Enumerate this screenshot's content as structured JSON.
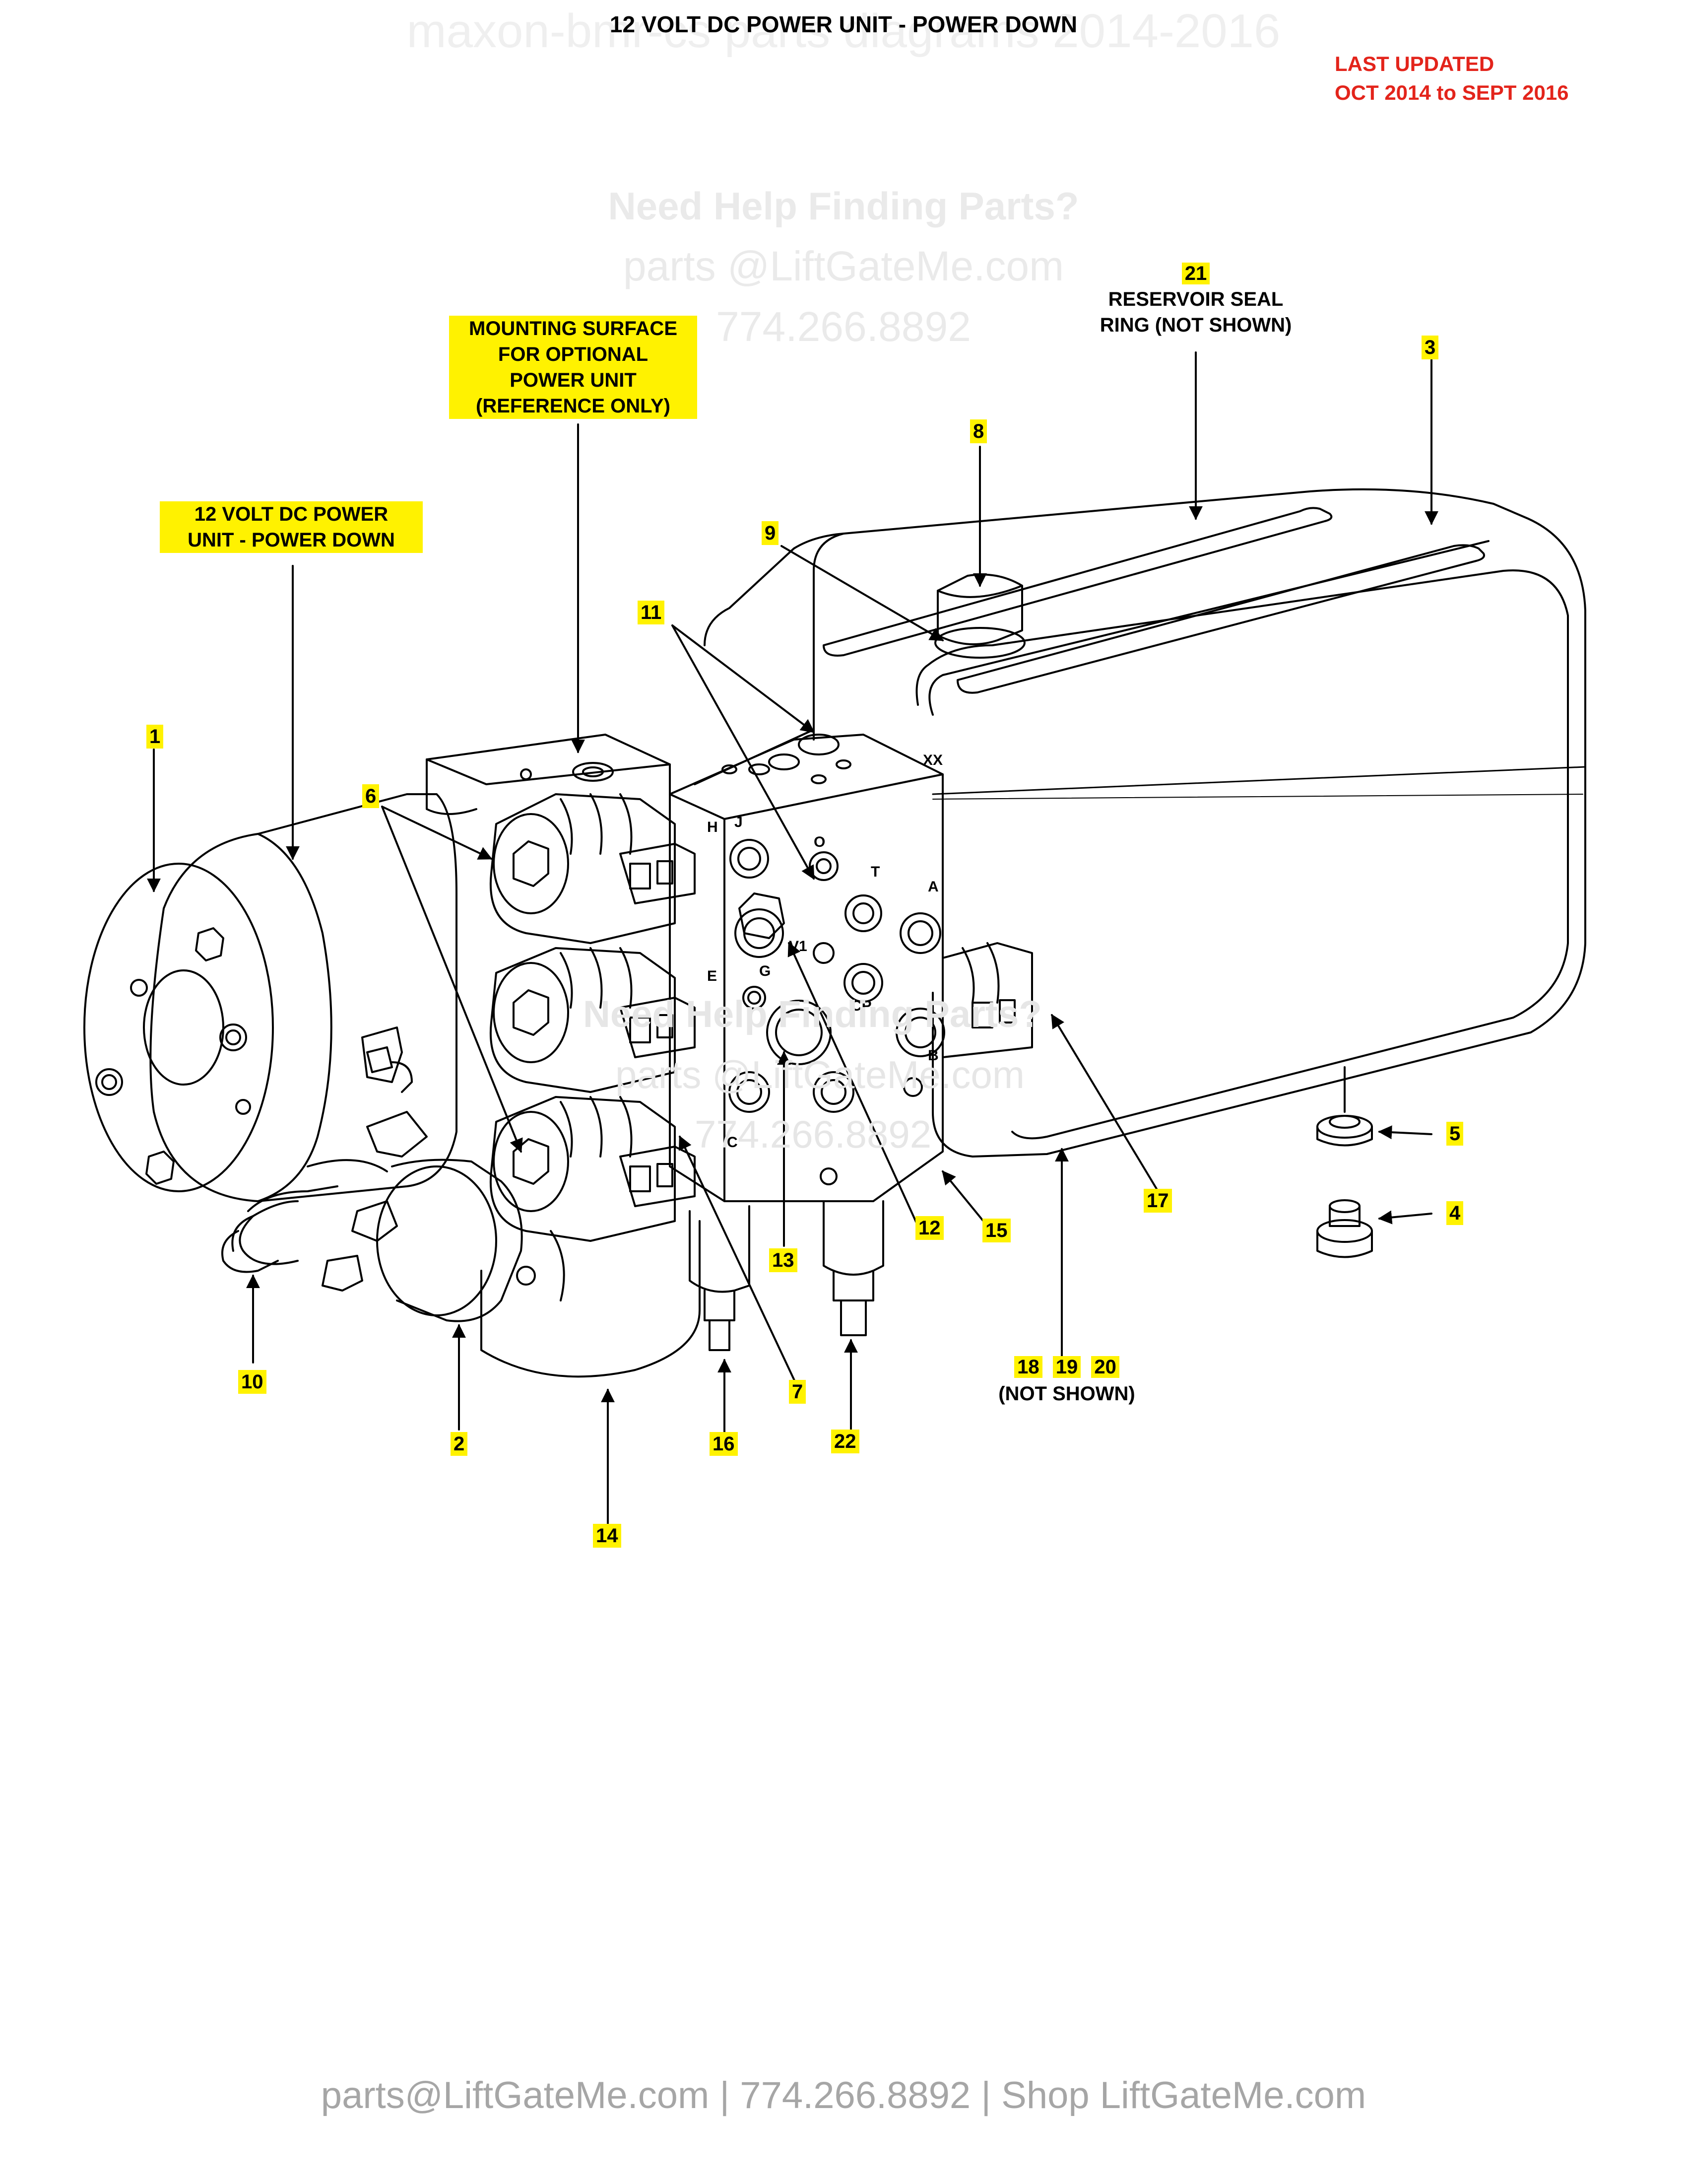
{
  "watermark_top": "maxon-bmr-cs parts diagrams 2014-2016",
  "title": "12 VOLT DC POWER UNIT - POWER DOWN",
  "last_updated": {
    "line1": "LAST UPDATED",
    "line2": "OCT 2014 to SEPT 2016"
  },
  "help_watermark": {
    "heading": "Need Help Finding Parts?",
    "email": "parts @LiftGateMe.com",
    "phone": "774.266.8892",
    "heading_mid": "Need Help Finding Parts?",
    "email_mid": "parts @LiftGateMe.com",
    "phone_mid": "774.266.8892"
  },
  "callouts": {
    "mounting_surface": [
      "MOUNTING SURFACE",
      "FOR OPTIONAL",
      "POWER UNIT",
      "(REFERENCE ONLY)"
    ],
    "power_unit": [
      "12 VOLT DC POWER",
      "UNIT - POWER DOWN"
    ],
    "reservoir_seal": [
      "RESERVOIR SEAL",
      "RING (NOT SHOWN)"
    ],
    "not_shown": "(NOT SHOWN)"
  },
  "part_numbers": [
    "1",
    "2",
    "3",
    "4",
    "5",
    "6",
    "7",
    "8",
    "9",
    "10",
    "11",
    "12",
    "13",
    "14",
    "15",
    "16",
    "17",
    "18",
    "19",
    "20",
    "21",
    "22"
  ],
  "valve_block_letters": [
    "XX",
    "H",
    "J",
    "O",
    "T",
    "A",
    "V1",
    "E",
    "G",
    "CP",
    "B",
    "C"
  ],
  "colors": {
    "highlight": "#fff200",
    "updated_red": "#e3241b",
    "line": "#000000"
  },
  "footer": "parts@LiftGateMe.com | 774.266.8892 | Shop LiftGateMe.com"
}
